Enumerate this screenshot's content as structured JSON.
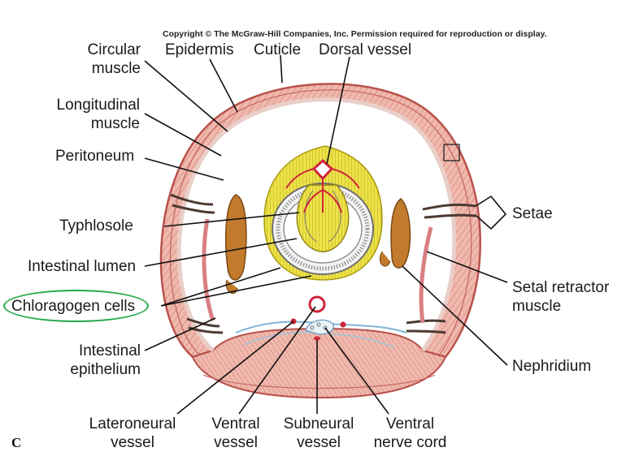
{
  "copyright": "Copyright © The McGraw-Hill Companies, Inc. Permission required for reproduction or display.",
  "panel_letter": "C",
  "labels": {
    "circular_muscle": [
      "Circular",
      "muscle"
    ],
    "epidermis": "Epidermis",
    "cuticle": "Cuticle",
    "dorsal_vessel": "Dorsal vessel",
    "longitudinal_muscle": [
      "Longitudinal",
      "muscle"
    ],
    "peritoneum": "Peritoneum",
    "typhlosole": "Typhlosole",
    "intestinal_lumen": "Intestinal lumen",
    "chloragogen_cells": "Chloragogen cells",
    "intestinal_epithelium": [
      "Intestinal",
      "epithelium"
    ],
    "lateroneural_vessel": [
      "Lateroneural",
      "vessel"
    ],
    "ventral_vessel": [
      "Ventral",
      "vessel"
    ],
    "subneural_vessel": [
      "Subneural",
      "vessel"
    ],
    "ventral_nerve_cord": [
      "Ventral",
      "nerve cord"
    ],
    "setae": "Setae",
    "setal_retractor_muscle": [
      "Setal retractor",
      "muscle"
    ],
    "nephridium": "Nephridium"
  },
  "highlighted_label": "chloragogen_cells",
  "colors": {
    "highlight": "#23a84a",
    "muscle": "#e8a29a",
    "cuticle": "#c9605a",
    "chloragogen": "#e7dc3a",
    "vessel": "#d0243a",
    "nephridium": "#c27a2c",
    "nerve": "#7fb6d6"
  }
}
